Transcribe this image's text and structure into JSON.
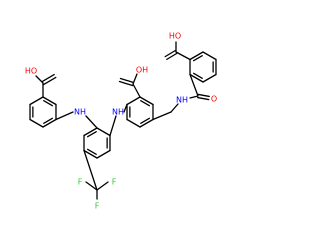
{
  "molecule": {
    "colors": {
      "carbon_bond": "#000000",
      "oxygen": "#ff0000",
      "nitrogen": "#0000ff",
      "fluorine": "#33cc33",
      "background": "#ffffff"
    },
    "labels": {
      "acid_left": "HO",
      "nh_left": "NH",
      "acid_middle": "OH",
      "nh_middle": "NH",
      "acid_right_o1": "HO",
      "nh_amide": "NH",
      "amide_o": "O",
      "f_top": "F",
      "f_left": "F",
      "f_right": "F"
    }
  }
}
